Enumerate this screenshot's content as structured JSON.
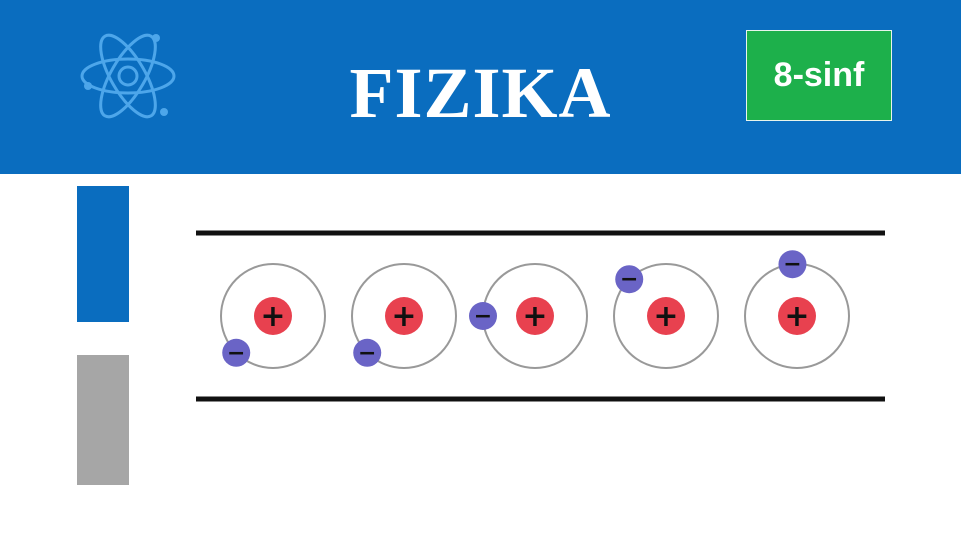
{
  "header": {
    "title": "FIZIKA",
    "grade_badge": "8-sinf",
    "logo_icon": "atom-icon"
  },
  "colors": {
    "header_bg": "#0a6dbf",
    "badge_bg": "#1db04b",
    "accent_blue": "#0a6dbf",
    "accent_gray": "#a6a6a6",
    "proton": "#e8414f",
    "electron": "#6a64c6",
    "orbit": "#999999",
    "wire": "#111111"
  },
  "sidebar": {
    "bars": [
      {
        "name": "blue-bar",
        "color": "#0a6dbf"
      },
      {
        "name": "gray-bar",
        "color": "#a6a6a6"
      }
    ]
  },
  "diagram": {
    "proton_symbol": "+",
    "electron_symbol": "−",
    "atoms": [
      {
        "electron_angle_deg": 225
      },
      {
        "electron_angle_deg": 225
      },
      {
        "electron_angle_deg": 180
      },
      {
        "electron_angle_deg": 135
      },
      {
        "electron_angle_deg": 95
      }
    ]
  }
}
